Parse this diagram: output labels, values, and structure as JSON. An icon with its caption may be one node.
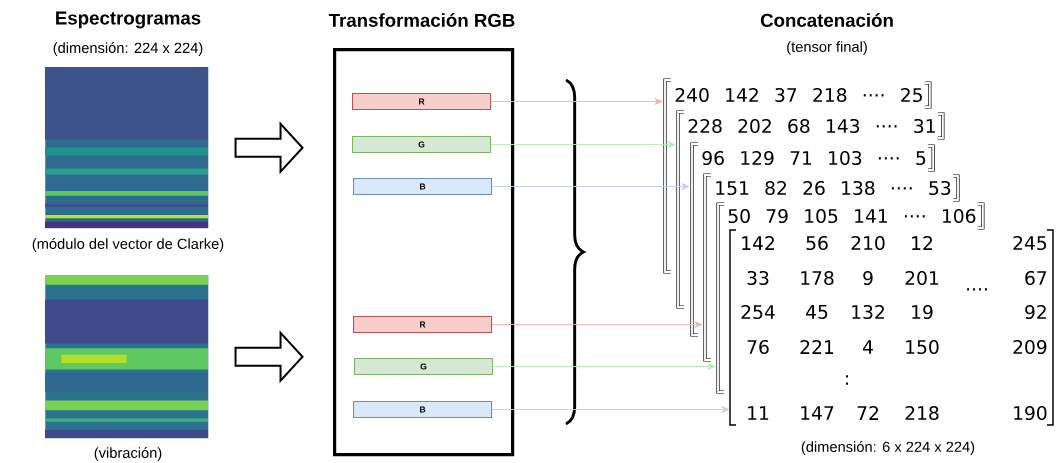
{
  "diagram": {
    "nodes": [
      {
        "text": [],
        "shape": "picture",
        "beside": [
          "(módulo del vector de Clarke)"
        ]
      },
      {
        "text": [],
        "shape": "picture",
        "beside": [
          "(vibración)"
        ]
      },
      {
        "text": [
          "Transformación RGB"
        ]
      },
      {
        "text": [
          "R"
        ],
        "in": 2
      },
      {
        "text": [
          "G"
        ],
        "in": 2
      },
      {
        "text": [
          "B"
        ],
        "in": 2
      },
      {
        "text": [
          "R"
        ],
        "in": 2
      },
      {
        "text": [
          "G"
        ],
        "in": 2
      },
      {
        "text": [
          "B"
        ],
        "in": 2
      },
      {
        "text": [
          "240 142 37 218 ···· 25"
        ]
      },
      {
        "text": [
          "228 202 68 143 ···· 31"
        ]
      },
      {
        "text": [
          "96 129 71 103 ···· 5"
        ]
      },
      {
        "text": [
          "151 82 26 138 ···· 53"
        ]
      },
      {
        "text": [
          "50 79 105 141 ···· 106"
        ]
      },
      {
        "text": [
          "142",
          "56",
          "210",
          "12",
          "245",
          "33",
          "178",
          "9",
          "201",
          "····",
          "67",
          "254",
          "45",
          "132",
          "19",
          "92",
          "76",
          "221",
          "4",
          "150",
          "209",
          ":",
          "11",
          "147",
          "72",
          "218",
          "190"
        ]
      },
      {
        "text": [],
        "shape": "bracket"
      },
      {
        "text": [],
        "shape": "bracket"
      },
      {
        "text": [],
        "shape": "bracket"
      },
      {
        "text": [],
        "shape": "bracket"
      },
      {
        "text": [],
        "shape": "bracket"
      }
    ],
    "edges": [
      {
        "from": 0,
        "to": 2,
        "arrow": "to"
      },
      {
        "from": 1,
        "to": 2,
        "arrow": "to"
      },
      {
        "from": 3,
        "to": 15,
        "arrow": "to",
        "color": "#f7b3b3"
      },
      {
        "from": 4,
        "to": 16,
        "arrow": "to",
        "color": "#b3eeb3"
      },
      {
        "from": 5,
        "to": 17,
        "arrow": "to",
        "color": "#c3cbf7"
      },
      {
        "from": 6,
        "to": 18,
        "arrow": "to",
        "color": "#f7b3b3"
      },
      {
        "from": 7,
        "to": 19,
        "arrow": "to",
        "color": "#b3eeb3"
      },
      {
        "from": 8,
        "to": 14,
        "arrow": "to",
        "color": "#c3cbf7"
      }
    ],
    "labels": [
      "Espectrogramas",
      "(dimensión: 224 x 224)",
      "Concatenación",
      "(tensor final)",
      "(dimensión: 6 x 224 x 224)"
    ]
  }
}
